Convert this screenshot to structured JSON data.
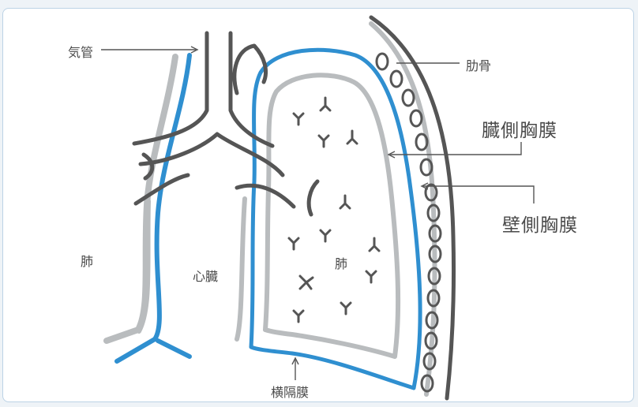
{
  "labels": {
    "trachea": "気管",
    "rib": "肋骨",
    "visceral_pleura": "臓側胸膜",
    "parietal_pleura": "壁側胸膜",
    "lung_left": "肺",
    "heart": "心臓",
    "lung_right": "肺",
    "diaphragm": "横隔膜"
  },
  "colors": {
    "pleura_parietal": "#2f8fd0",
    "pleura_visceral": "#b9bcbe",
    "airway": "#555555",
    "text": "#4a4a4a"
  }
}
